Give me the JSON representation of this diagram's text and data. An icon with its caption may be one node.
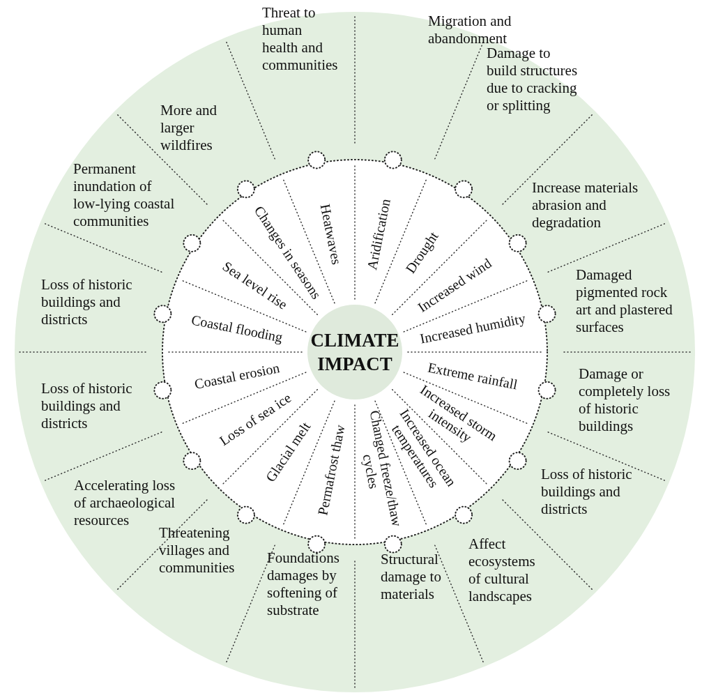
{
  "diagram": {
    "nodes": [
      {
        "text": [
          "CLIMATE IMPACT"
        ]
      },
      {
        "text": [
          "Aridification"
        ]
      },
      {
        "text": [
          "Drought"
        ]
      },
      {
        "text": [
          "Increased wind"
        ]
      },
      {
        "text": [
          "Increased humidity"
        ]
      },
      {
        "text": [
          "Extreme rainfall"
        ]
      },
      {
        "text": [
          "Increased storm intensity"
        ]
      },
      {
        "text": [
          "Increased ocean temperatures"
        ]
      },
      {
        "text": [
          "Changed freeze/thaw cycles"
        ]
      },
      {
        "text": [
          "Permafrost thaw"
        ]
      },
      {
        "text": [
          "Glacial melt"
        ]
      },
      {
        "text": [
          "Loss of sea ice"
        ]
      },
      {
        "text": [
          "Coastal erosion"
        ]
      },
      {
        "text": [
          "Coastal flooding"
        ]
      },
      {
        "text": [
          "Sea level rise"
        ]
      },
      {
        "text": [
          "Changes in seasons"
        ]
      },
      {
        "text": [
          "Heatwaves"
        ]
      },
      {
        "text": [
          "Migration and abandonment"
        ]
      },
      {
        "text": [
          "Damage to build structures due to cracking or splitting"
        ]
      },
      {
        "text": [
          "Increase materials abrasion and degradation"
        ]
      },
      {
        "text": [
          "Damaged pigmented rock art and plastered surfaces"
        ]
      },
      {
        "text": [
          "Damage or completely loss of historic buildings"
        ]
      },
      {
        "text": [
          "Loss of historic buildings and districts"
        ]
      },
      {
        "text": [
          "Affect ecosystems of cultural landscapes"
        ]
      },
      {
        "text": [
          "Structural damage to materials"
        ]
      },
      {
        "text": [
          "Foundations damages by softening of substrate"
        ]
      },
      {
        "text": [
          "Threatening villages and communities"
        ]
      },
      {
        "text": [
          "Accelerating loss of archaeological resources"
        ]
      },
      {
        "text": [
          "Loss of historic buildings and districts"
        ]
      },
      {
        "text": [
          "Loss of historic buildings and districts"
        ]
      },
      {
        "text": [
          "Permanent inundation of low-lying coastal communities"
        ]
      },
      {
        "text": [
          "More and larger wildfires"
        ]
      },
      {
        "text": [
          "Threat to human health and communities"
        ]
      }
    ]
  }
}
